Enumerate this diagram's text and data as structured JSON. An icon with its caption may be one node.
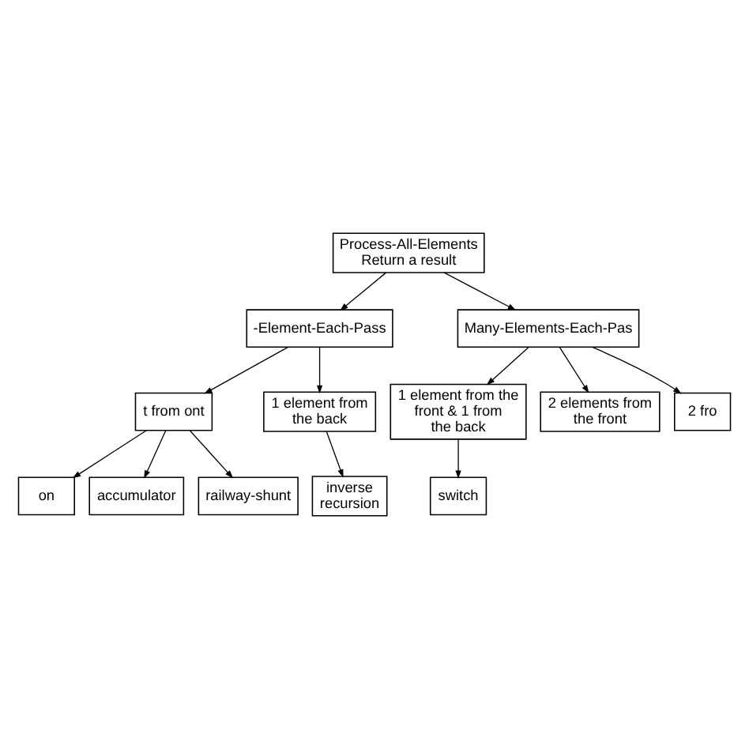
{
  "diagram": {
    "nodes": [
      {
        "text": [
          "Process-All-Elements",
          "Return a result"
        ]
      },
      {
        "text": [
          "-Element-Each-Pass"
        ]
      },
      {
        "text": [
          "Many-Elements-Each-Pas"
        ]
      },
      {
        "text": [
          "t from ont"
        ]
      },
      {
        "text": [
          "1 element from the back"
        ]
      },
      {
        "text": [
          "1 element from the front & 1 from the back"
        ]
      },
      {
        "text": [
          "2 elements from the front"
        ]
      },
      {
        "text": [
          "2 fro"
        ]
      },
      {
        "text": [
          "on"
        ]
      },
      {
        "text": [
          "accumulator"
        ]
      },
      {
        "text": [
          "railway-shunt"
        ]
      },
      {
        "text": [
          "inverse recursion"
        ]
      },
      {
        "text": [
          "switch"
        ]
      }
    ],
    "edges": [
      {
        "from": 0,
        "to": 1,
        "arrow": "to"
      },
      {
        "from": 0,
        "to": 2,
        "arrow": "to"
      },
      {
        "from": 1,
        "to": 3,
        "arrow": "to"
      },
      {
        "from": 1,
        "to": 4,
        "arrow": "to"
      },
      {
        "from": 2,
        "to": 5,
        "arrow": "to"
      },
      {
        "from": 2,
        "to": 6,
        "arrow": "to"
      },
      {
        "from": 2,
        "to": 7,
        "arrow": "to"
      },
      {
        "from": 3,
        "to": 8,
        "arrow": "to"
      },
      {
        "from": 3,
        "to": 9,
        "arrow": "to"
      },
      {
        "from": 3,
        "to": 10,
        "arrow": "to"
      },
      {
        "from": 4,
        "to": 11,
        "arrow": "to"
      },
      {
        "from": 5,
        "to": 12,
        "arrow": "to"
      }
    ]
  }
}
